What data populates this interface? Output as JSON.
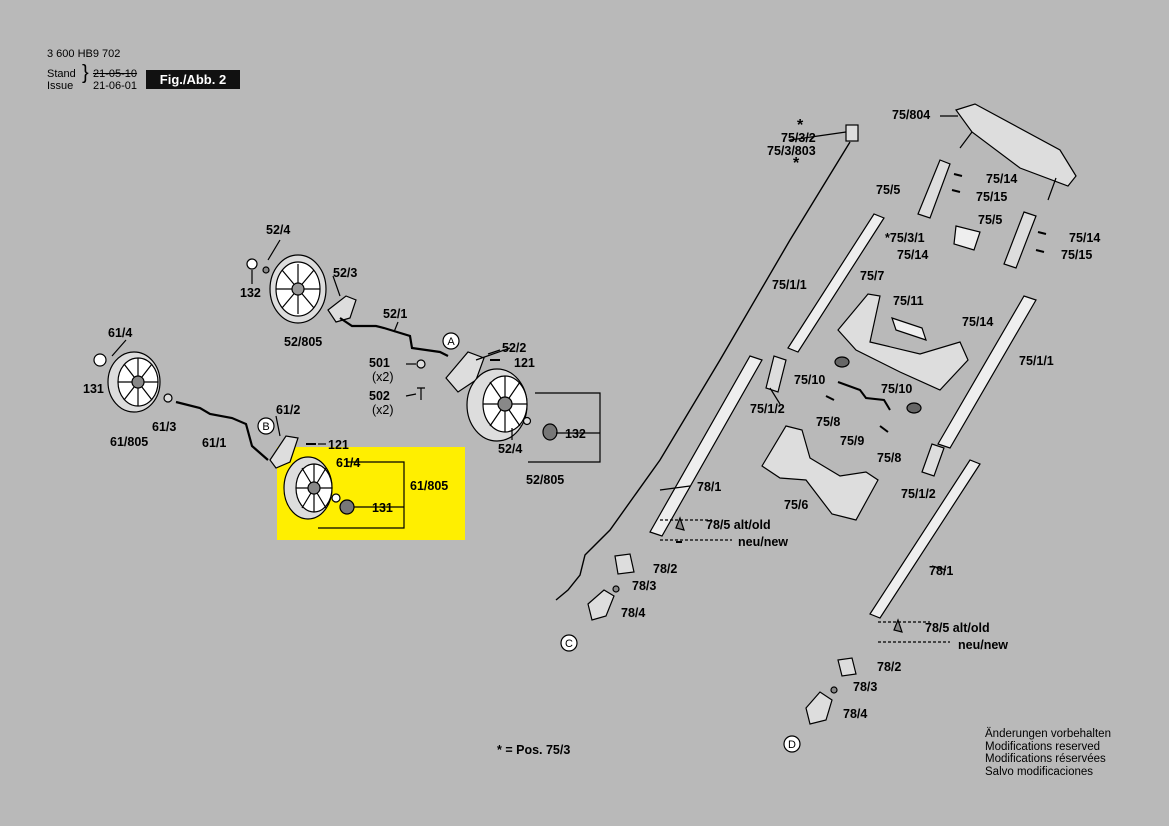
{
  "header": {
    "doc_number": "3 600 HB9 702",
    "stand_label": "Stand",
    "issue_label": "Issue",
    "stand_date": "21-05-10",
    "issue_date": "21-06-01",
    "figure_label": "Fig./Abb. 2"
  },
  "callouts": {
    "A": "A",
    "B": "B",
    "C": "C",
    "D": "D"
  },
  "labels": {
    "p52_4": "52/4",
    "p132_top": "132",
    "p52_3": "52/3",
    "p52_805_top": "52/805",
    "p52_1": "52/1",
    "p52_2": "52/2",
    "p121_top": "121",
    "p501": "501",
    "p501_qty": "(x2)",
    "p502": "502",
    "p502_qty": "(x2)",
    "p132_right": "132",
    "p52_4_right": "52/4",
    "p52_805_right": "52/805",
    "p61_4_left": "61/4",
    "p131_left": "131",
    "p61_805_left": "61/805",
    "p61_3": "61/3",
    "p61_1": "61/1",
    "p61_2": "61/2",
    "p121_mid": "121",
    "p61_4_box": "61/4",
    "p61_805_box": "61/805",
    "p131_box": "131",
    "star_top": "*",
    "p75_3_2": "75/3/2",
    "p75_3_803": "75/3/803",
    "star_bottom": "*",
    "p75_804": "75/804",
    "p75_14_a": "75/14",
    "p75_15_a": "75/15",
    "p75_5_a": "75/5",
    "p75_5_b": "75/5",
    "p75_14_b": "75/14",
    "p75_15_b": "75/15",
    "p75_3_1": "*75/3/1",
    "p75_14_c": "75/14",
    "p75_1_1_a": "75/1/1",
    "p75_7": "75/7",
    "p75_11": "75/11",
    "p75_14_d": "75/14",
    "p75_1_1_b": "75/1/1",
    "p75_10_a": "75/10",
    "p75_10_b": "75/10",
    "p75_1_2_a": "75/1/2",
    "p75_8_a": "75/8",
    "p75_9": "75/9",
    "p75_8_b": "75/8",
    "p75_6": "75/6",
    "p75_1_2_b": "75/1/2",
    "p78_1_a": "78/1",
    "p78_5_a": "78/5 alt/old",
    "p_neu_a": "neu/new",
    "p78_2_a": "78/2",
    "p78_3_a": "78/3",
    "p78_4_a": "78/4",
    "p78_1_b": "78/1",
    "p78_5_b": "78/5 alt/old",
    "p_neu_b": "neu/new",
    "p78_2_b": "78/2",
    "p78_3_b": "78/3",
    "p78_4_b": "78/4"
  },
  "footnote": "* = Pos.  75/3",
  "notes": [
    "Änderungen vorbehalten",
    "Modifications reserved",
    "Modifications réservées",
    "Salvo modificaciones"
  ],
  "colors": {
    "background": "#b9b9b9",
    "highlight": "#ffef00",
    "ink": "#000000"
  }
}
